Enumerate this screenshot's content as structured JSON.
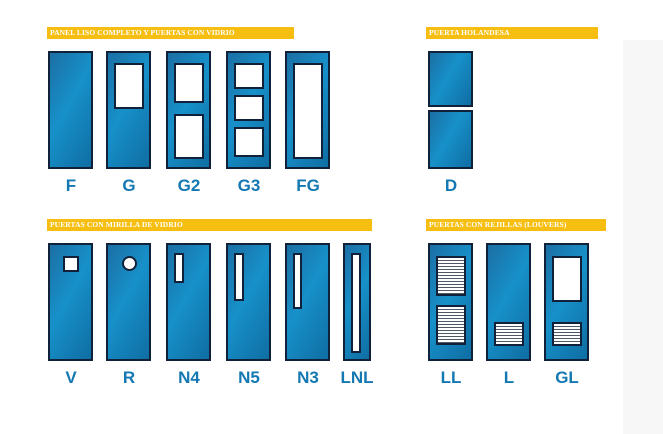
{
  "sections": {
    "panel_liso": {
      "title": "PANEL LISO COMPLETO Y PUERTAS CON VIDRIO",
      "labels": [
        "F",
        "G",
        "G2",
        "G3",
        "FG"
      ]
    },
    "holandesa": {
      "title": "PUERTA HOLANDESA",
      "labels": [
        "D"
      ]
    },
    "mirilla": {
      "title": "PUERTAS CON MIRILLA DE VIDRIO",
      "labels": [
        "V",
        "R",
        "N4",
        "N5",
        "N3",
        "LNL"
      ]
    },
    "rejillas": {
      "title": "PUERTAS CON REJILLAS (LOUVERS)",
      "labels": [
        "LL",
        "L",
        "GL"
      ]
    }
  },
  "colors": {
    "band": "#f6be10",
    "door": "#1790c9",
    "outline": "#12213a",
    "label": "#1478b3"
  }
}
